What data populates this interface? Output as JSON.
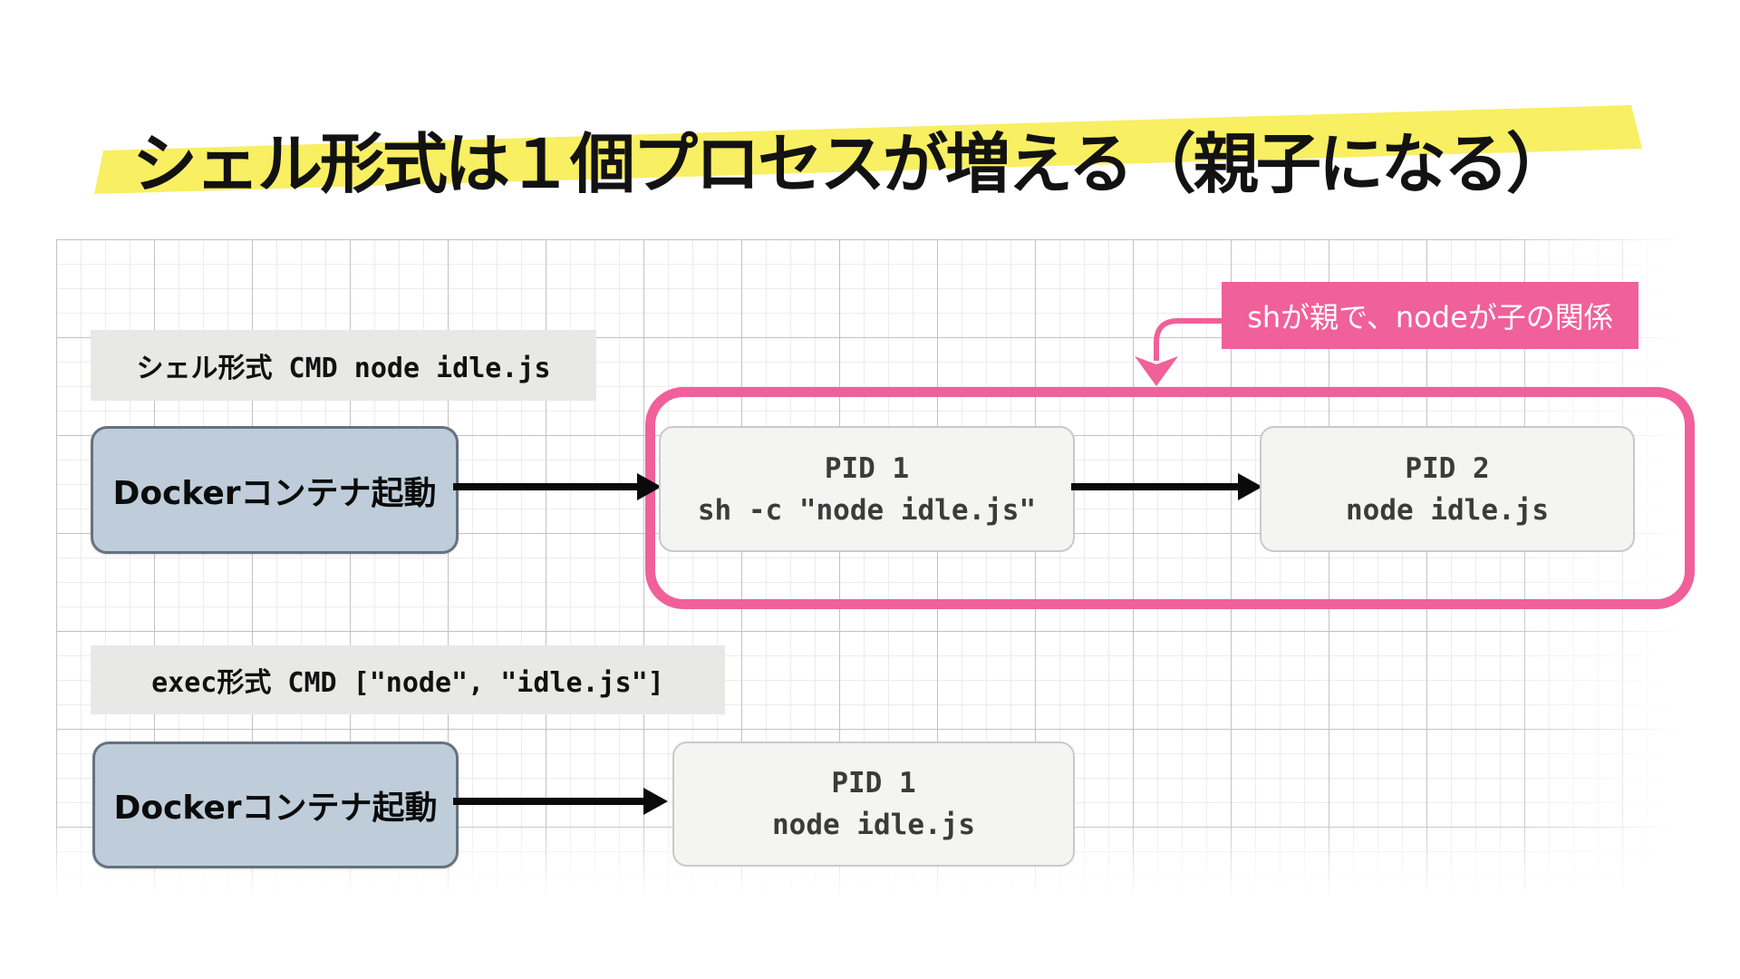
{
  "title": {
    "text": "シェル形式は１個プロセスが増える（親子になる）"
  },
  "colors": {
    "pink": "#F0609A",
    "yellow": "#F8EF63",
    "docker-fill": "#BECDD9",
    "docker-border": "#66727E",
    "process-fill": "#F4F4F3",
    "process-border": "#C9C9C9",
    "process-text": "#3B3B3B",
    "label-bg": "#E8E8E7",
    "text-dark": "#111111",
    "arrow-black": "#0A0A0A",
    "grid-minor": "#ECECEC",
    "grid-major": "#C2C2C2"
  },
  "shell_flow": {
    "label": "シェル形式 CMD node idle.js",
    "docker_node": {
      "label": "Dockerコンテナ起動"
    },
    "pid1_node": {
      "line1": "PID 1",
      "line2": "sh -c \"node idle.js\""
    },
    "pid2_node": {
      "line1": "PID 2",
      "line2": "node idle.js"
    },
    "callout": {
      "text": "shが親で、nodeが子の関係"
    }
  },
  "exec_flow": {
    "label": "exec形式 CMD [\"node\", \"idle.js\"]",
    "docker_node": {
      "label": "Dockerコンテナ起動"
    },
    "pid1_node": {
      "line1": "PID 1",
      "line2": "node idle.js"
    }
  }
}
